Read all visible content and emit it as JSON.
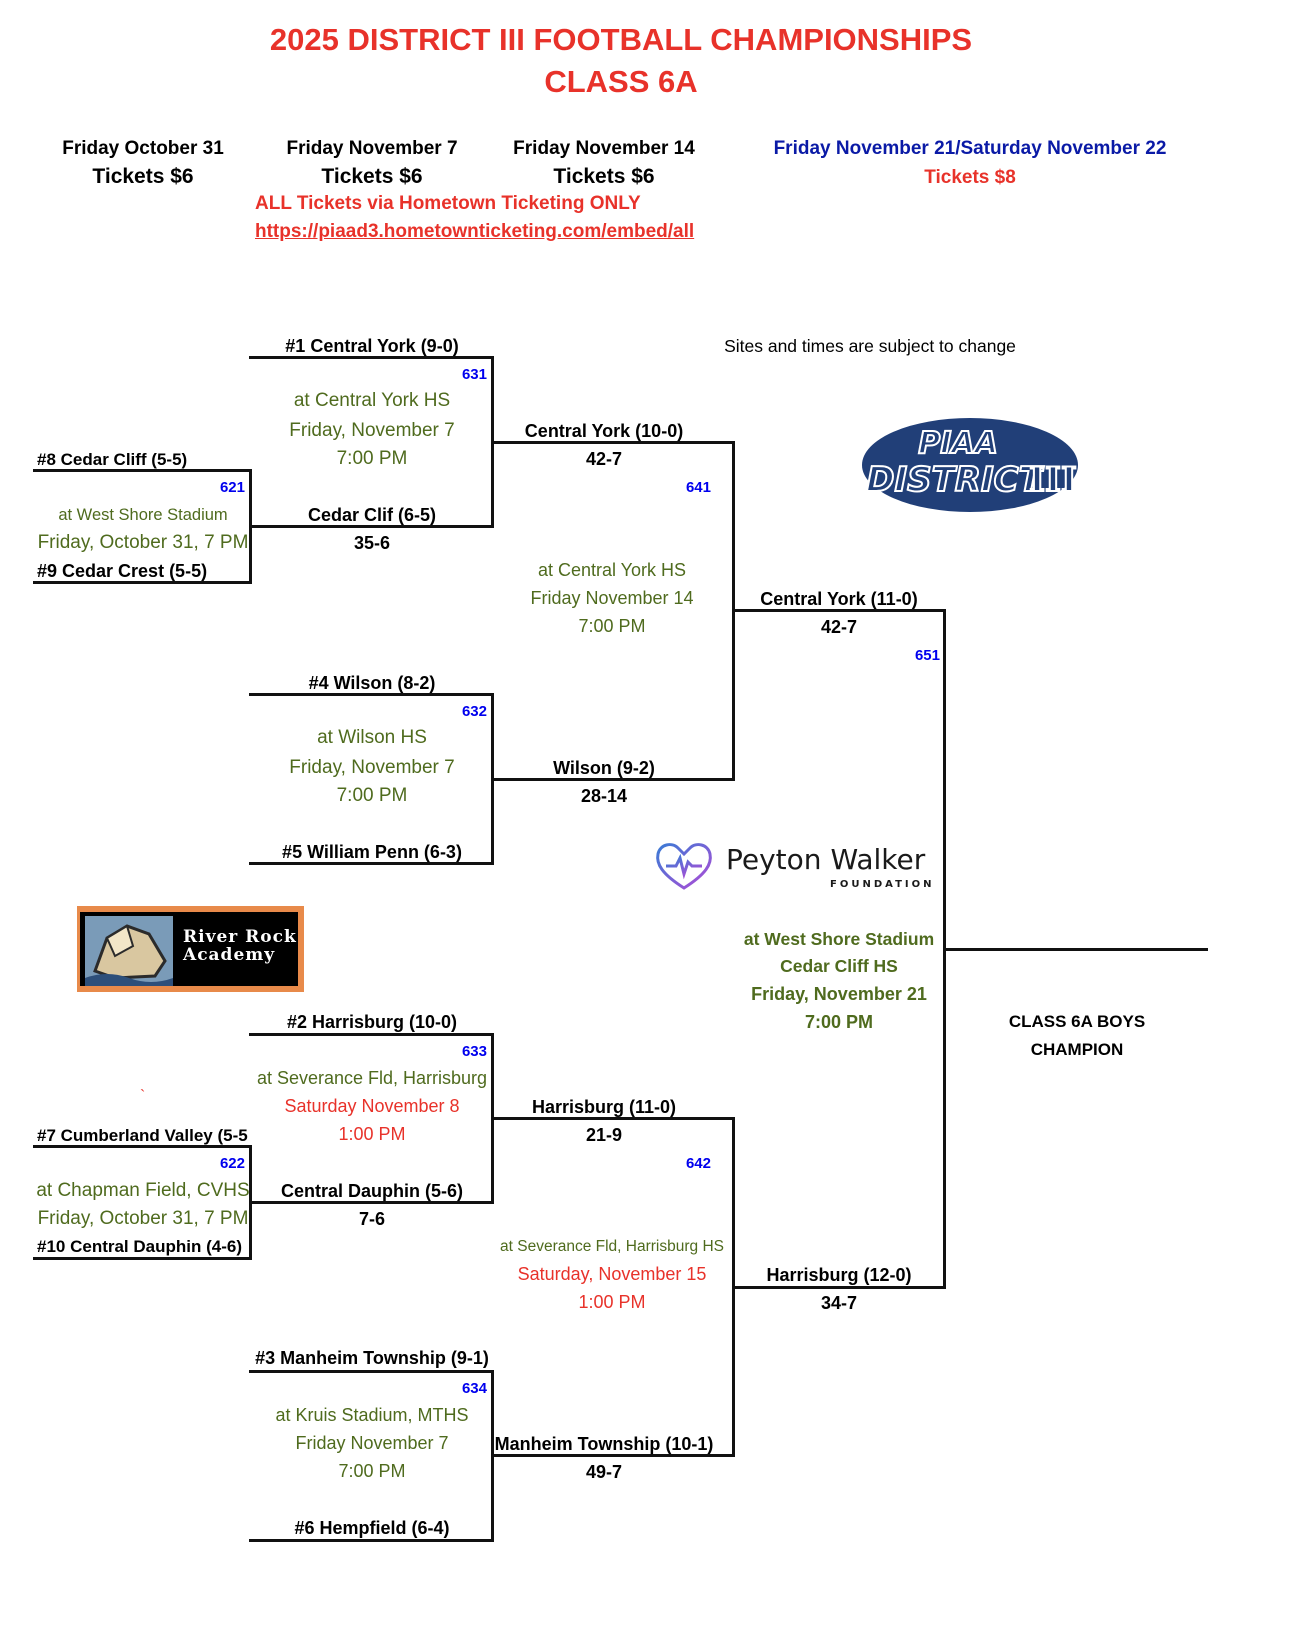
{
  "header": {
    "title": "2025 DISTRICT III FOOTBALL CHAMPIONSHIPS",
    "subtitle": "CLASS 6A"
  },
  "rounds": [
    {
      "date": "Friday October 31",
      "tickets": "Tickets $6"
    },
    {
      "date": "Friday November 7",
      "tickets": "Tickets $6"
    },
    {
      "date": "Friday November 14",
      "tickets": "Tickets $6"
    },
    {
      "date": "Friday November 21/Saturday November 22",
      "tickets": "Tickets $8"
    }
  ],
  "ticketing": {
    "note": "ALL Tickets via Hometown Ticketing ONLY",
    "url": "https://piaad3.hometownticketing.com/embed/all"
  },
  "disclaimer": "Sites and times are subject to change",
  "colors": {
    "title_red": "#e8322a",
    "game_blue": "#0000ee",
    "site_green": "#4f6b1e",
    "nav_blue": "#0a1aa6"
  },
  "first_round": [
    {
      "game": "621",
      "top": "#8 Cedar Cliff (5-5)",
      "bottom": "#9 Cedar Crest (5-5)",
      "site": "at West Shore Stadium",
      "date": "Friday, October 31, 7 PM",
      "winner": "Cedar Clif (6-5)",
      "score": "35-6"
    },
    {
      "game": "622",
      "top": "#7 Cumberland Valley (5-5",
      "bottom": "#10 Central Dauphin (4-6)",
      "site": "at Chapman Field, CVHS",
      "date": "Friday, October 31, 7 PM",
      "winner": "Central Dauphin (5-6)",
      "score": "7-6"
    }
  ],
  "quarterfinals": [
    {
      "game": "631",
      "top": "#1 Central York (9-0)",
      "site": "at Central York HS",
      "date": "Friday, November 7",
      "time": "7:00 PM",
      "winner": "Central York (10-0)",
      "score": "42-7"
    },
    {
      "game": "632",
      "top": "#4 Wilson (8-2)",
      "bottom": "#5 William Penn (6-3)",
      "site": "at Wilson HS",
      "date": "Friday, November 7",
      "time": "7:00 PM",
      "winner": "Wilson (9-2)",
      "score": "28-14"
    },
    {
      "game": "633",
      "top": "#2 Harrisburg (10-0)",
      "site": "at Severance Fld, Harrisburg",
      "date": "Saturday November 8",
      "time": "1:00 PM",
      "winner": "Harrisburg (11-0)",
      "score": "21-9"
    },
    {
      "game": "634",
      "top": "#3 Manheim Township (9-1)",
      "bottom": "#6 Hempfield (6-4)",
      "site": "at Kruis Stadium, MTHS",
      "date": "Friday November 7",
      "time": "7:00 PM",
      "winner": "Manheim Township (10-1)",
      "score": "49-7"
    }
  ],
  "semifinals": [
    {
      "game": "641",
      "site": "at Central York HS",
      "date": "Friday November 14",
      "time": "7:00 PM",
      "winner": "Central York (11-0)",
      "score": "42-7"
    },
    {
      "game": "642",
      "site": "at Severance Fld, Harrisburg HS",
      "date": "Saturday, November 15",
      "time": "1:00 PM",
      "winner": "Harrisburg (12-0)",
      "score": "34-7"
    }
  ],
  "final": {
    "game": "651",
    "site": "at West Shore Stadium",
    "site2": "Cedar Cliff HS",
    "date": "Friday, November 21",
    "time": "7:00 PM",
    "champion_line1": "CLASS 6A BOYS",
    "champion_line2": "CHAMPION"
  },
  "stray_mark": "`",
  "logos": {
    "piaa": {
      "line1": "PIAA",
      "line2": "DISTRICT",
      "numeral": "III"
    },
    "peyton": {
      "name": "Peyton Walker",
      "tag": "FOUNDATION"
    },
    "river_rock": {
      "line1": "River Rock",
      "line2": "Academy"
    }
  }
}
